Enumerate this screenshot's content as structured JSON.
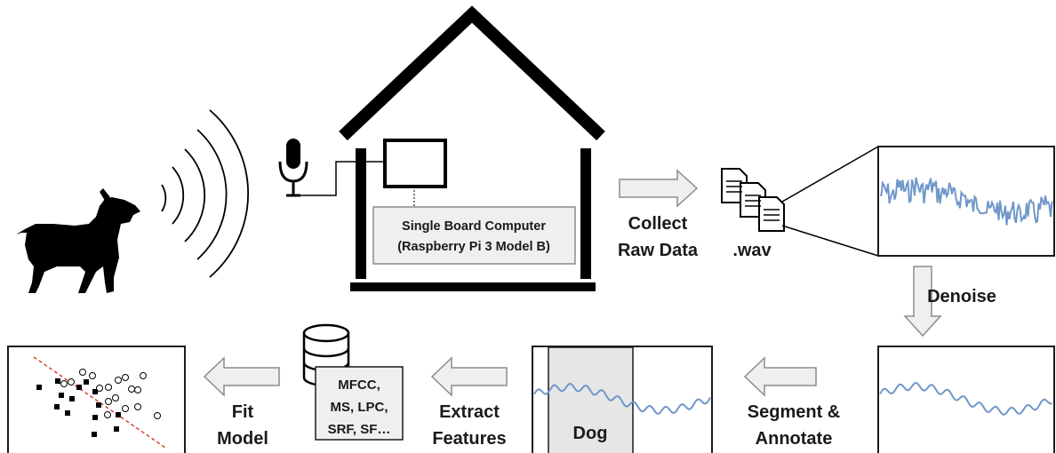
{
  "labels": {
    "sbc_line1": "Single Board Computer",
    "sbc_line2": "(Raspberry Pi 3 Model B)",
    "collect_line1": "Collect",
    "collect_line2": "Raw Data",
    "wav": ".wav",
    "denoise": "Denoise",
    "segment_line1": "Segment &",
    "segment_line2": "Annotate",
    "segment_tag": "Dog",
    "extract_line1": "Extract",
    "extract_line2": "Features",
    "features_line1": "MFCC,",
    "features_line2": "MS, LPC,",
    "features_line3": "SRF, SF…",
    "fit_line1": "Fit",
    "fit_line2": "Model"
  },
  "icons": [
    "dog-silhouette-icon",
    "sound-wave-icon",
    "microphone-icon",
    "house-icon",
    "document-stack-icon",
    "database-icon"
  ],
  "colors": {
    "waveform": "#6f97c9",
    "arrow_fill": "#efefef",
    "arrow_stroke": "#8c8c8c",
    "regression_line": "#d9442b",
    "segment_highlight": "#e6e6e6"
  }
}
